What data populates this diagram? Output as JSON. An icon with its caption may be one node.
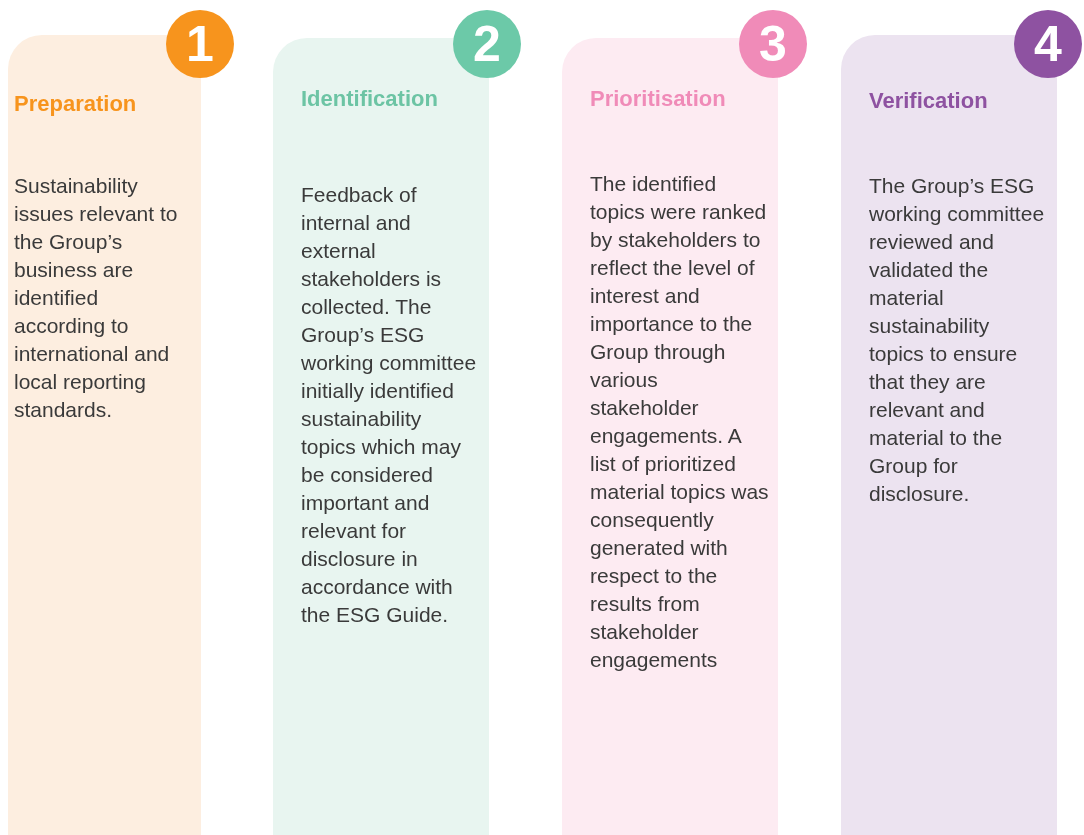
{
  "diagram": {
    "nodes": [
      {
        "text": [
          "Preparation",
          "Sustainability issues relevant to the Group’s business are identified according to international and local reporting standards."
        ]
      },
      {
        "text": [
          "1"
        ]
      },
      {
        "text": [
          "Identification",
          "Feedback of internal and external stakeholders is collected. The Group’s ESG working committee initially identified sustainability topics which may be considered important and relevant for disclosure in accordance with the ESG Guide."
        ]
      },
      {
        "text": [
          "2"
        ]
      },
      {
        "text": [
          "Prioritisation",
          "The identified topics were ranked by stakeholders to reflect the level of interest and importance to the Group through various stakeholder engagements. A list of prioritized material topics was consequently generated with respect to the results from stakeholder engagements"
        ]
      },
      {
        "text": [
          "3"
        ]
      },
      {
        "text": [
          "Verification",
          "The Group’s ESG working committee reviewed and validated the material sustainability topics to ensure that they are relevant and material to the Group for disclosure."
        ]
      },
      {
        "text": [
          "4"
        ]
      }
    ]
  }
}
